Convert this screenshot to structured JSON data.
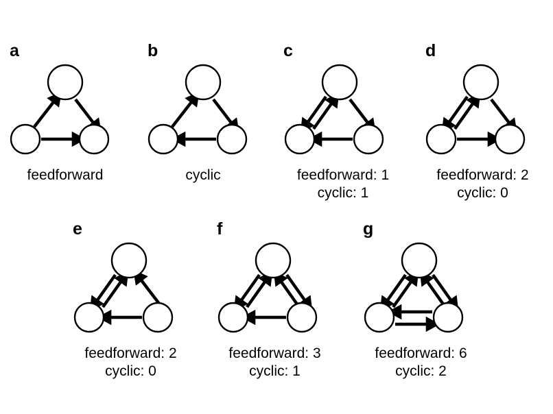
{
  "figure": {
    "type": "diagram",
    "description": "Seven three-node motif diagrams labeled a through g, each showing directed connections between three circular nodes with feedforward and cyclic counts",
    "background_color": "#ffffff",
    "stroke_color": "#000000",
    "node_fill": "#ffffff",
    "node_count_per_panel": 3,
    "node_labels": [
      "top",
      "bottom-left",
      "bottom-right"
    ]
  },
  "panels": [
    {
      "id": "a",
      "letter": "a",
      "caption_lines": [
        "feedforward"
      ],
      "edges": [
        {
          "from": "bottom-left",
          "to": "top",
          "bidirectional": false
        },
        {
          "from": "top",
          "to": "bottom-right",
          "bidirectional": false
        },
        {
          "from": "bottom-left",
          "to": "bottom-right",
          "bidirectional": false
        }
      ],
      "counts": {}
    },
    {
      "id": "b",
      "letter": "b",
      "caption_lines": [
        "cyclic"
      ],
      "edges": [
        {
          "from": "bottom-left",
          "to": "top",
          "bidirectional": false
        },
        {
          "from": "top",
          "to": "bottom-right",
          "bidirectional": false
        },
        {
          "from": "bottom-right",
          "to": "bottom-left",
          "bidirectional": false
        }
      ],
      "counts": {}
    },
    {
      "id": "c",
      "letter": "c",
      "caption_lines": [
        "feedforward: 1",
        "cyclic: 1"
      ],
      "edges": [
        {
          "from": "bottom-left",
          "to": "top",
          "bidirectional": true
        },
        {
          "from": "top",
          "to": "bottom-right",
          "bidirectional": false
        },
        {
          "from": "bottom-right",
          "to": "bottom-left",
          "bidirectional": false
        }
      ],
      "counts": {
        "feedforward": 1,
        "cyclic": 1
      }
    },
    {
      "id": "d",
      "letter": "d",
      "caption_lines": [
        "feedforward: 2",
        "cyclic: 0"
      ],
      "edges": [
        {
          "from": "bottom-left",
          "to": "top",
          "bidirectional": true
        },
        {
          "from": "top",
          "to": "bottom-right",
          "bidirectional": false
        },
        {
          "from": "bottom-left",
          "to": "bottom-right",
          "bidirectional": false
        }
      ],
      "counts": {
        "feedforward": 2,
        "cyclic": 0
      }
    },
    {
      "id": "e",
      "letter": "e",
      "caption_lines": [
        "feedforward: 2",
        "cyclic: 0"
      ],
      "edges": [
        {
          "from": "bottom-left",
          "to": "top",
          "bidirectional": true
        },
        {
          "from": "bottom-right",
          "to": "top",
          "bidirectional": false
        },
        {
          "from": "bottom-right",
          "to": "bottom-left",
          "bidirectional": false
        }
      ],
      "counts": {
        "feedforward": 2,
        "cyclic": 0
      }
    },
    {
      "id": "f",
      "letter": "f",
      "caption_lines": [
        "feedforward: 3",
        "cyclic: 1"
      ],
      "edges": [
        {
          "from": "bottom-left",
          "to": "top",
          "bidirectional": true
        },
        {
          "from": "bottom-right",
          "to": "top",
          "bidirectional": true
        },
        {
          "from": "bottom-right",
          "to": "bottom-left",
          "bidirectional": false
        }
      ],
      "counts": {
        "feedforward": 3,
        "cyclic": 1
      }
    },
    {
      "id": "g",
      "letter": "g",
      "caption_lines": [
        "feedforward: 6",
        "cyclic: 2"
      ],
      "edges": [
        {
          "from": "bottom-left",
          "to": "top",
          "bidirectional": true
        },
        {
          "from": "bottom-right",
          "to": "top",
          "bidirectional": true
        },
        {
          "from": "bottom-right",
          "to": "bottom-left",
          "bidirectional": true
        }
      ],
      "counts": {
        "feedforward": 6,
        "cyclic": 2
      }
    }
  ],
  "labels": {
    "a_letter": "a",
    "b_letter": "b",
    "c_letter": "c",
    "d_letter": "d",
    "e_letter": "e",
    "f_letter": "f",
    "g_letter": "g",
    "a_caption_1": "feedforward",
    "b_caption_1": "cyclic",
    "c_caption_1": "feedforward: 1",
    "c_caption_2": "cyclic: 1",
    "d_caption_1": "feedforward: 2",
    "d_caption_2": "cyclic: 0",
    "e_caption_1": "feedforward: 2",
    "e_caption_2": "cyclic: 0",
    "f_caption_1": "feedforward: 3",
    "f_caption_2": "cyclic: 1",
    "g_caption_1": "feedforward: 6",
    "g_caption_2": "cyclic: 2"
  }
}
